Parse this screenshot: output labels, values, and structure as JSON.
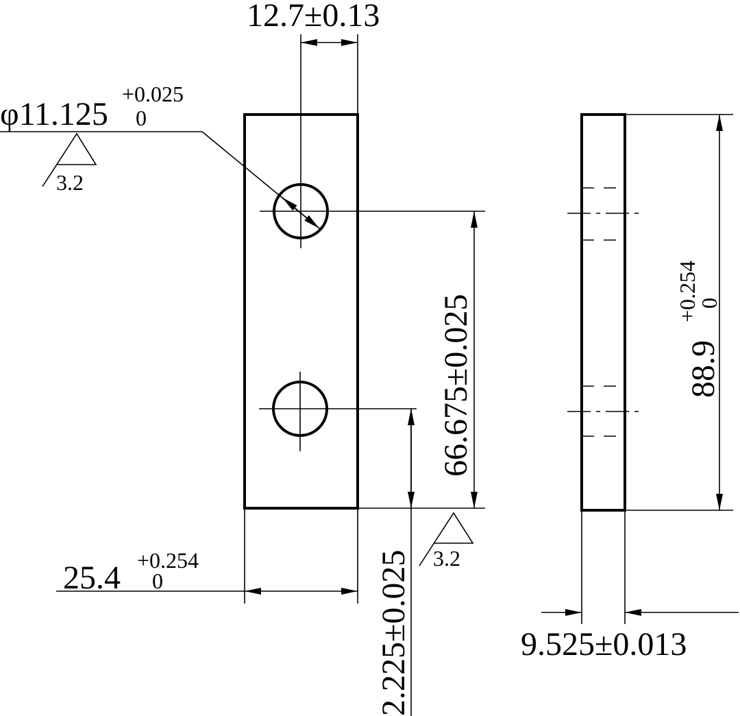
{
  "dimensions": {
    "top_width": "12.7±0.13",
    "hole_diameter": "φ11.125",
    "hole_tol_upper": "+0.025",
    "hole_tol_lower": "0",
    "hole_spacing": "66.675±0.025",
    "bottom_offset": "2.225±0.025",
    "plate_width": "25.4",
    "plate_tol_upper": "+0.254",
    "plate_tol_lower": "0",
    "height": "88.9",
    "height_tol_upper": "+0.254",
    "height_tol_lower": "0",
    "thickness": "9.525±0.013"
  },
  "roughness": {
    "hole": "3.2",
    "bottom": "3.2"
  }
}
